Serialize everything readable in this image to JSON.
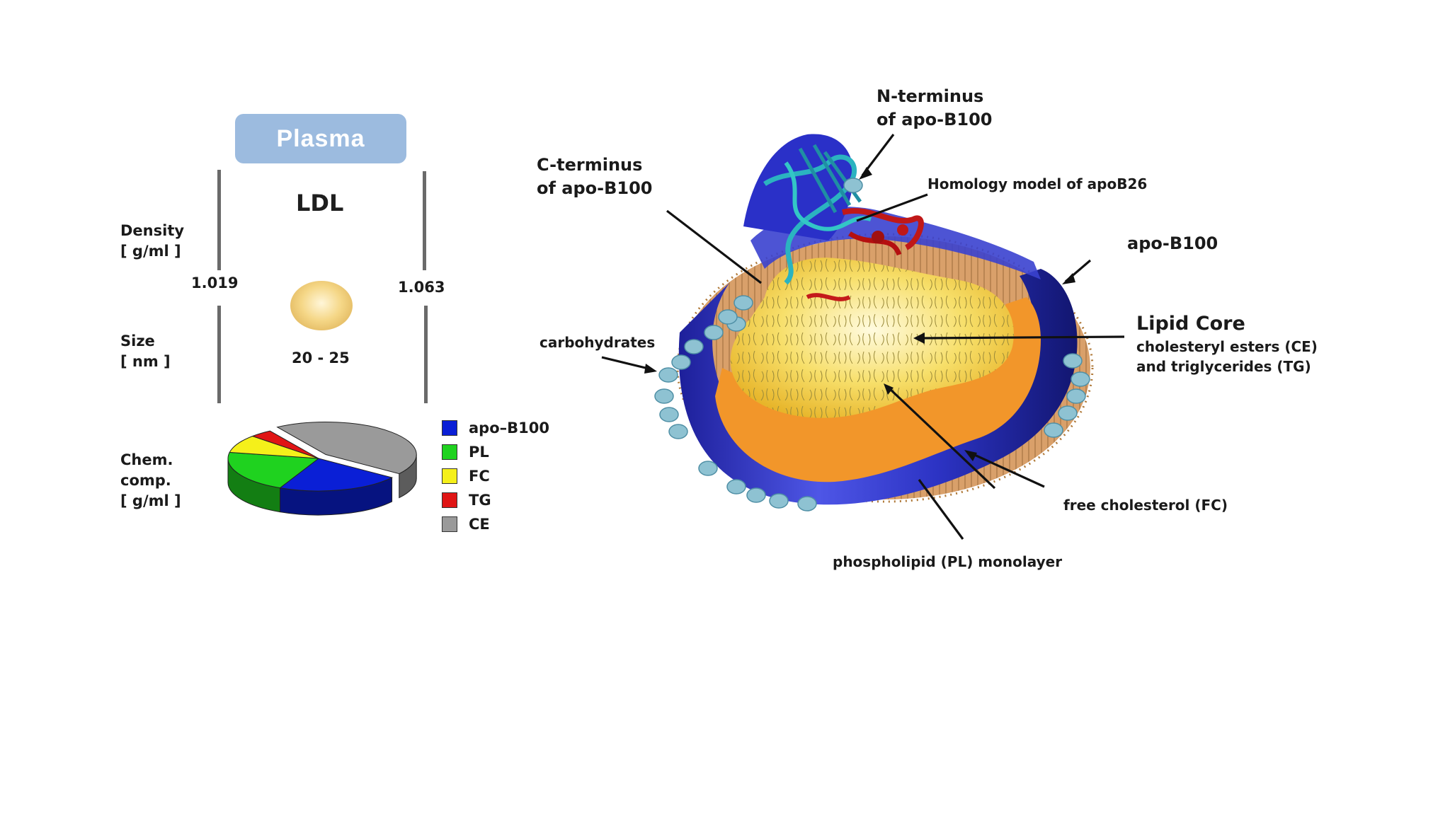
{
  "left_panel": {
    "plasma_label": "Plasma",
    "ldl_label": "LDL",
    "density_label_line1": "Density",
    "density_label_line2": "[ g/ml ]",
    "density_low": "1.019",
    "density_high": "1.063",
    "size_label_line1": "Size",
    "size_label_line2": "[ nm ]",
    "size_value": "20 - 25",
    "chem_label_line1": "Chem.",
    "chem_label_line2": "comp.",
    "chem_label_line3": "[ g/ml ]"
  },
  "chart_data": {
    "type": "pie",
    "categories": [
      "apo-B100",
      "PL",
      "FC",
      "TG",
      "CE"
    ],
    "values": [
      22,
      21,
      9,
      4,
      44
    ],
    "colors": [
      "#0a1fd6",
      "#1fd21f",
      "#f5f01a",
      "#e01515",
      "#9a9a9a"
    ],
    "exploded": [
      "CE"
    ],
    "legend_placement": "right"
  },
  "legend": [
    {
      "label": "apo–B100",
      "color": "#0a1fd6"
    },
    {
      "label": "PL",
      "color": "#1fd21f"
    },
    {
      "label": "FC",
      "color": "#f5f01a"
    },
    {
      "label": "TG",
      "color": "#e01515"
    },
    {
      "label": "CE",
      "color": "#9a9a9a"
    }
  ],
  "diagram": {
    "n_terminus_line1": "N-terminus",
    "n_terminus_line2": "of apo-B100",
    "c_terminus_line1": "C-terminus",
    "c_terminus_line2": "of apo-B100",
    "homology": "Homology model of apoB26",
    "apo_b100": "apo-B100",
    "lipid_core": "Lipid Core",
    "lipid_core_sub1": "cholesteryl esters (CE)",
    "lipid_core_sub2": "and triglycerides (TG)",
    "carbohydrates": "carbohydrates",
    "free_cholesterol": "free cholesterol (FC)",
    "phospholipid": "phospholipid (PL) monolayer"
  }
}
